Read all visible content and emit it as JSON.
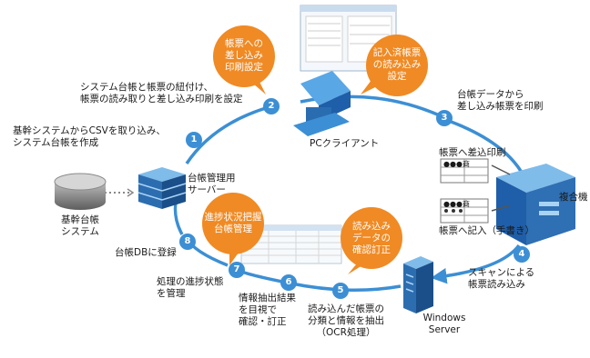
{
  "bubbles": {
    "print_setting": "帳票への\n差し込み\n印刷設定",
    "read_setting": "記入済帳票\nの読み込み\n設定",
    "progress": "進捗状況把握\n台帳管理",
    "verify": "読み込み\nデータの\n確認訂正"
  },
  "steps": [
    "1",
    "2",
    "3",
    "4",
    "5",
    "6",
    "7",
    "8"
  ],
  "step_texts": {
    "s1": "基幹システムからCSVを取り込み、\nシステム台帳を作成",
    "s2": "システム台帳と帳票の紐付け、\n帳票の読み取りと差し込み印刷を設定",
    "s3": "台帳データから\n差し込み帳票を印刷",
    "s4": "スキャンによる\n帳票読み込み",
    "s5": "読み込んだ帳票の\n分類と情報を抽出\n（OCR処理）",
    "s6": "情報抽出結果\nを目視で\n確認・訂正",
    "s7": "処理の進捗状態\nを管理",
    "s8": "台帳DBに登録"
  },
  "nodes": {
    "pc": "PCクライアント",
    "ledger_server": "台帳管理用\nサーバー",
    "core_db": "基幹台帳\nシステム",
    "windows_server": "Windows\nServer",
    "mfp": "複合機"
  },
  "forms": {
    "printed": "帳票へ差込印刷",
    "handwritten": "帳票へ記入（手書き）",
    "sample_name": "●●●商"
  },
  "icons": [
    "database-icon",
    "server-icon",
    "pc-icon",
    "printer-icon",
    "monitor-icon"
  ],
  "colors": {
    "accent_orange": "#f08a24",
    "cycle_blue": "#3c8fd4",
    "icon_blue": "#2f6fb3",
    "db_gray": "#7d7d7d"
  }
}
